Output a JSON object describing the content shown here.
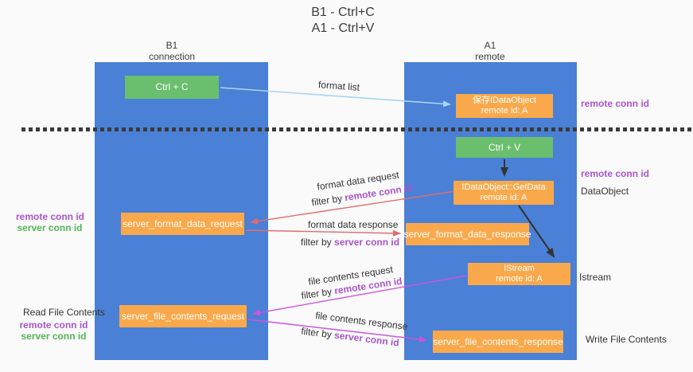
{
  "title": {
    "line1": "B1 - Ctrl+C",
    "line2": "A1 - Ctrl+V"
  },
  "columns": {
    "left": {
      "name": "B1",
      "subtitle": "connection"
    },
    "right": {
      "name": "A1",
      "subtitle": "remote"
    }
  },
  "nodes": {
    "ctrl_c": "Ctrl + C",
    "ctrl_v": "Ctrl + V",
    "save_dataobject": {
      "line1": "保存IDataObject",
      "line2": "remote id: A"
    },
    "getdata": {
      "line1": "IDataObject::GetData",
      "line2": "remote id: A"
    },
    "istream_obj": {
      "line1": "IStream",
      "line2": "remote id: A"
    },
    "server_format_data_request": "server_format_data_request",
    "server_format_data_response": "server_format_data_response",
    "server_file_contents_request": "server_file_contents_request",
    "server_file_contents_response": "server_file_contents_response"
  },
  "side_labels": {
    "remote_conn_id": "remote conn id",
    "server_conn_id": "server conn id",
    "dataobject": "DataObject",
    "istream": "Istream",
    "read_file_contents": "Read File Contents",
    "write_file_contents": "Write File Contents"
  },
  "arrow_labels": {
    "format_list": "format list",
    "format_data_request": "format data request",
    "format_data_response": "format data response",
    "file_contents_request": "file contents request",
    "file_contents_response": "file contents response",
    "filter_by": "filter by"
  },
  "colors": {
    "column_blue": "#4a80d6",
    "node_orange": "#f9a94b",
    "node_green": "#69bf6d",
    "arrow_light_blue": "#a8d4f2",
    "arrow_red": "#e06e6e",
    "arrow_magenta": "#cc55dd",
    "arrow_black": "#333333",
    "text_purple": "#a855cc",
    "text_green": "#53b556",
    "text_dark": "#3c3c3c"
  }
}
